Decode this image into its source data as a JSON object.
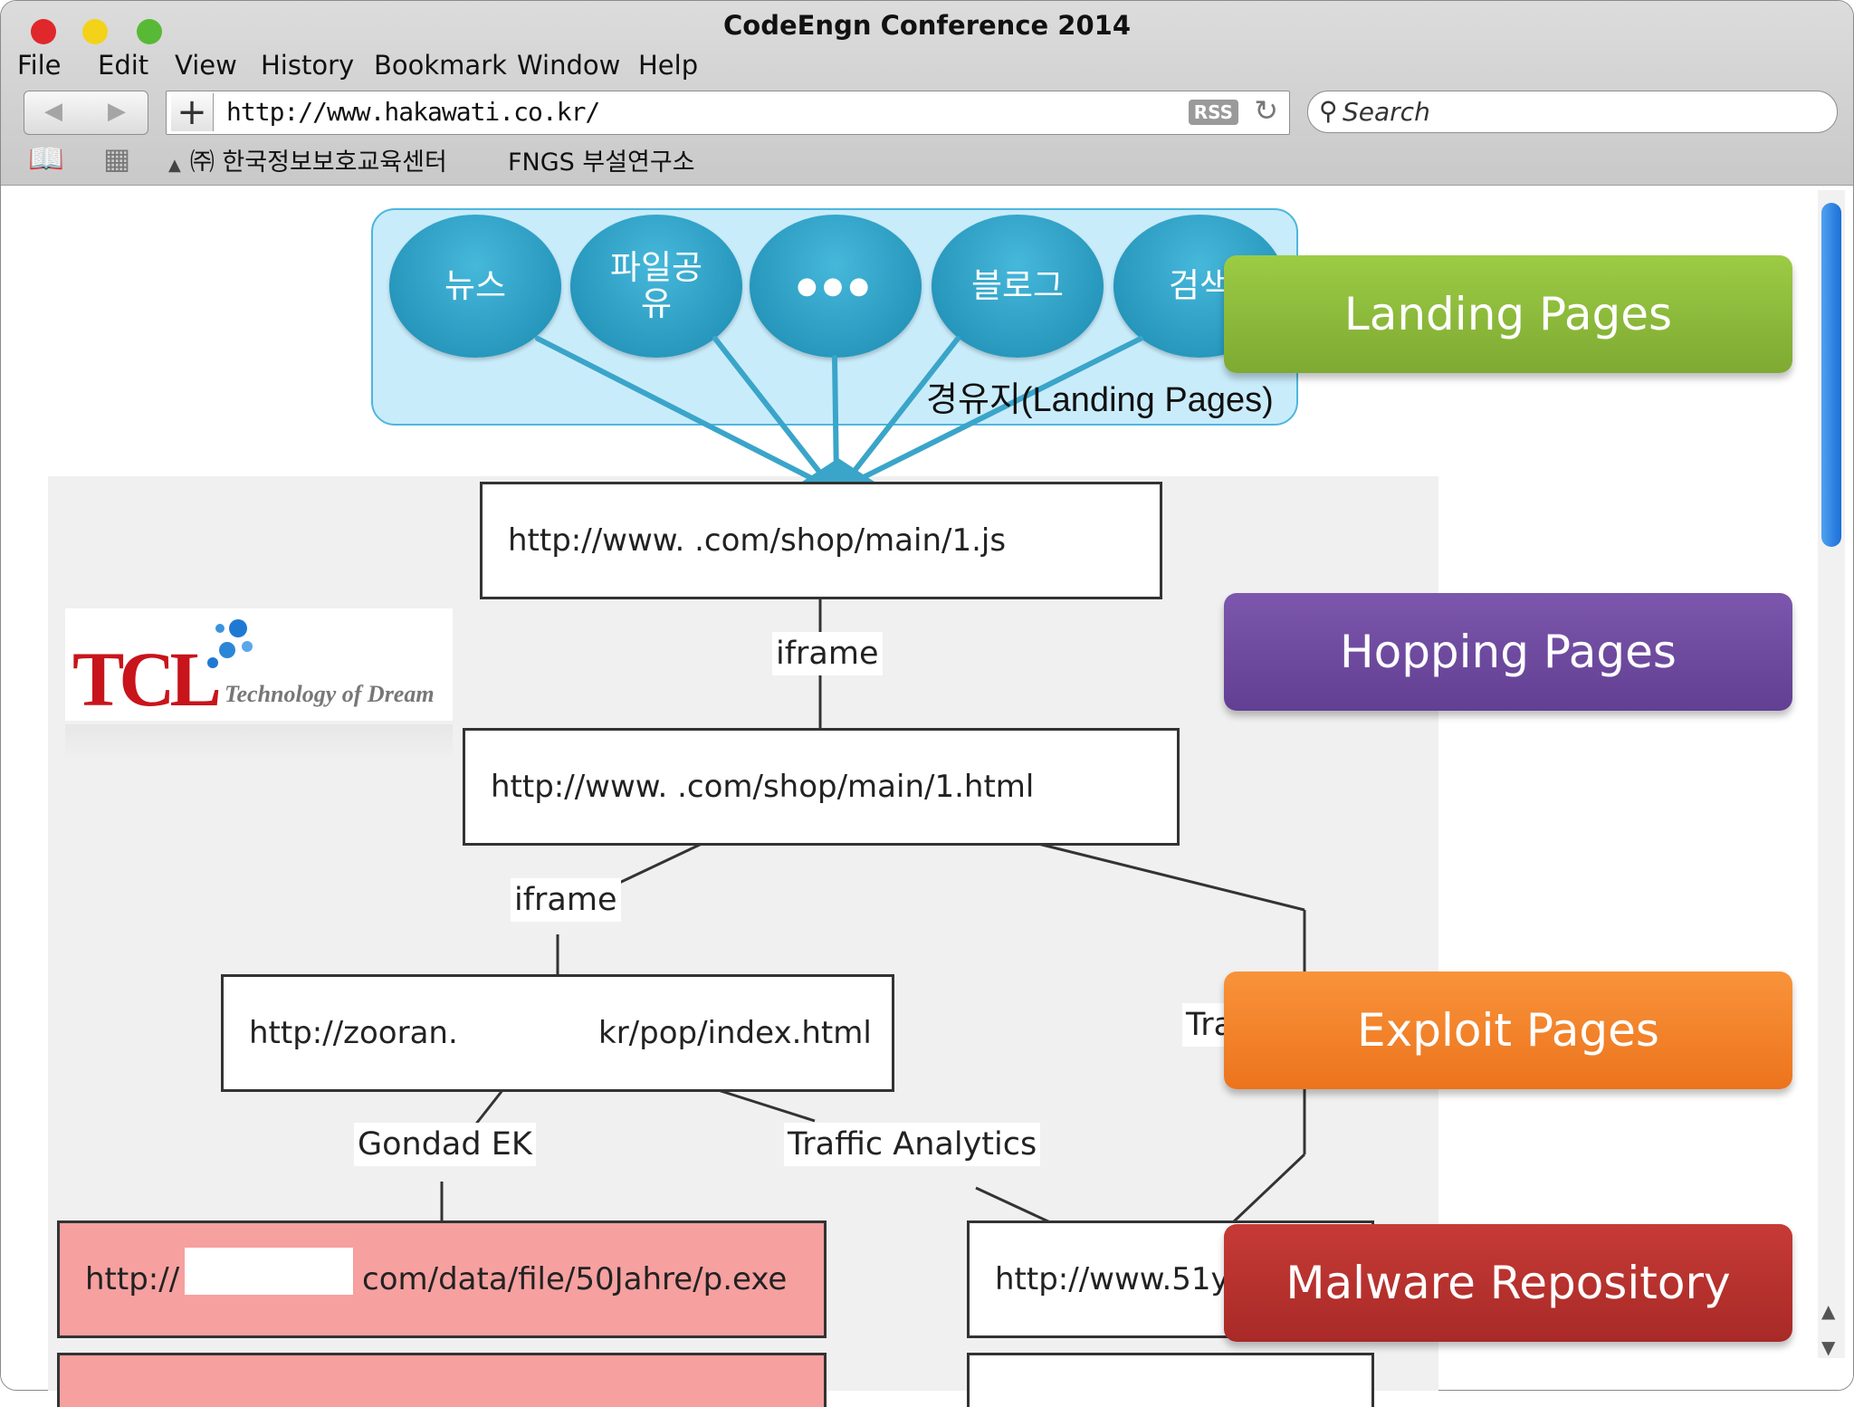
{
  "window": {
    "title": "CodeEngn Conference 2014"
  },
  "menu": [
    "File",
    "Edit",
    "View",
    "History",
    "Bookmark",
    "Window",
    "Help"
  ],
  "toolbar": {
    "back": "◀",
    "forward": "▶",
    "add": "+",
    "url": "http://www.hakawati.co.kr/",
    "rss": "RSS",
    "reload": "↻",
    "search_placeholder": "Search",
    "search_icon": "⚲"
  },
  "bookmarks": {
    "reader_icon": "📖",
    "grid_icon": "▦",
    "items": [
      "㈜ 한국정보보호교육센터",
      "FNGS 부설연구소"
    ]
  },
  "slide": {
    "landing_bubbles": [
      "뉴스",
      "파일공\n유",
      "●●●",
      "블로그",
      "검색"
    ],
    "landing_caption": "경유지(Landing Pages)",
    "box1": "http://www.          .com/shop/main/1.js",
    "box2": "http://www.          .com/shop/main/1.html",
    "box3_left": "http://zooran.",
    "box3_right": "kr/pop/index.html",
    "box4_left": "http://",
    "box4_right": "com/data/file/50Jahre/p.exe",
    "box5": "http://www.51y",
    "edge1": "iframe",
    "edge2": "iframe",
    "edge3": "Gondad EK",
    "edge4": "Traffic Analytics",
    "edge5": "Tra",
    "logo_text": "TCL",
    "logo_slogan": "Technology of Dream"
  },
  "tags": [
    {
      "label": "Landing Pages",
      "color": "#8dbb3b"
    },
    {
      "label": "Hopping Pages",
      "color": "#6f4b9e"
    },
    {
      "label": "Exploit Pages",
      "color": "#f38226"
    },
    {
      "label": "Malware Repository",
      "color": "#b8312e"
    }
  ]
}
